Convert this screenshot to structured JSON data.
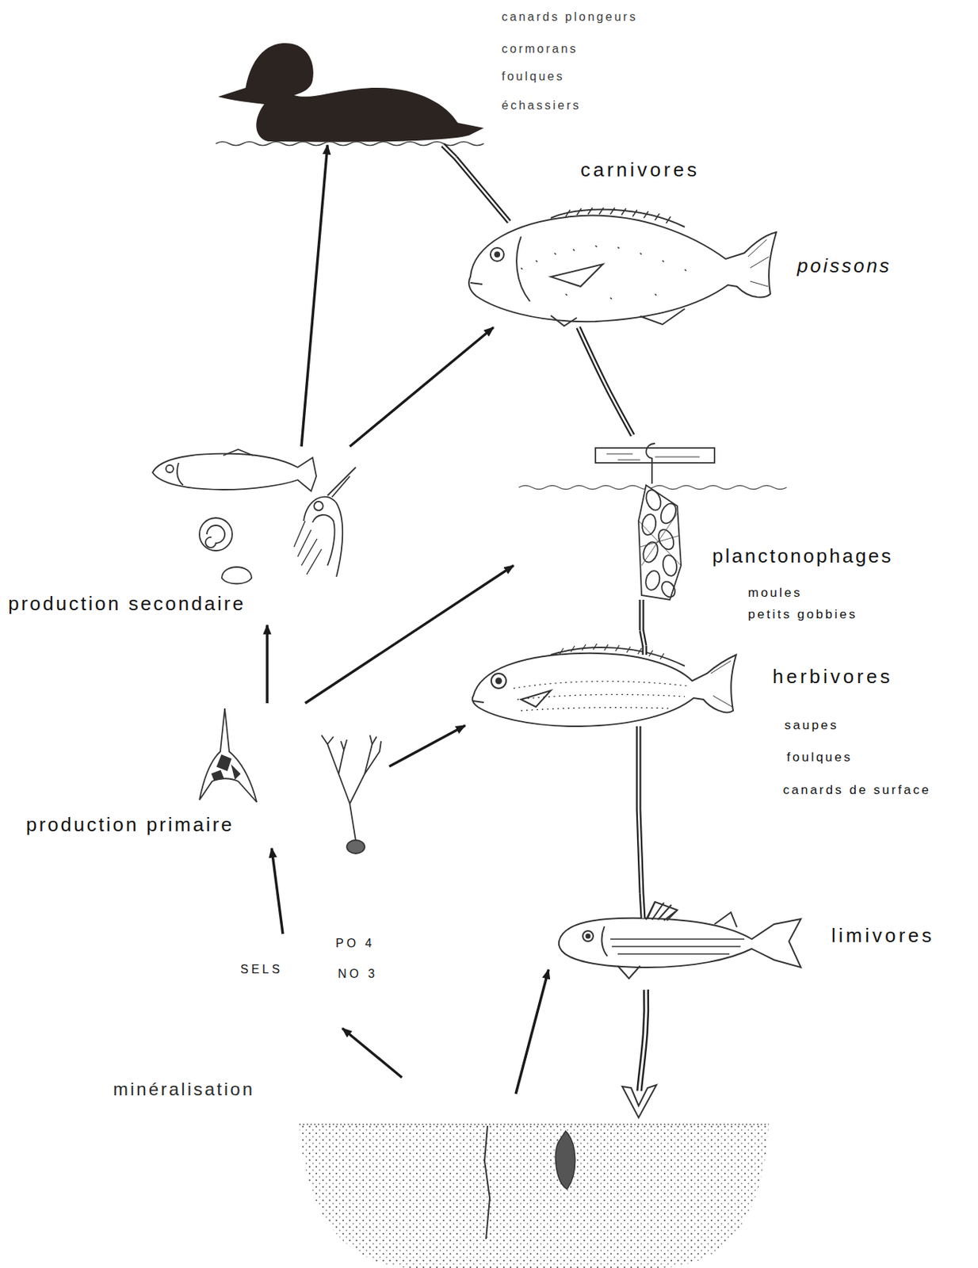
{
  "diagram": {
    "nodes": [
      {
        "text": [
          "canards plongeurs",
          "cormorans",
          "foulques",
          "échassiers"
        ]
      },
      {
        "text": [
          "carnivores",
          "poissons"
        ]
      },
      {
        "text": [
          "planctonophages",
          "moules",
          "petits gobbies"
        ]
      },
      {
        "text": [
          "herbivores",
          "saupes",
          "foulques",
          "canards de surface"
        ]
      },
      {
        "text": [
          "limivores"
        ]
      },
      {
        "text": [
          "production secondaire"
        ]
      },
      {
        "text": [
          "production primaire"
        ]
      },
      {
        "text": [
          "SELS",
          "PO 4",
          "NO 3"
        ]
      }
    ],
    "edges": [
      {
        "from": 6,
        "to": 5,
        "arrow": "to"
      },
      {
        "from": 5,
        "to": 0,
        "arrow": "to"
      },
      {
        "from": 5,
        "to": 1,
        "arrow": "to"
      },
      {
        "from": 6,
        "to": 2,
        "arrow": "to"
      },
      {
        "from": 6,
        "to": 3,
        "arrow": "to"
      },
      {
        "from": 7,
        "to": 6,
        "arrow": "to"
      },
      {
        "from": 1,
        "to": 0,
        "arrow": "none"
      },
      {
        "from": 1,
        "to": 2,
        "arrow": "none"
      },
      {
        "from": 2,
        "to": 3,
        "arrow": "none"
      },
      {
        "from": 3,
        "to": 4,
        "arrow": "none"
      }
    ],
    "labels": [
      "minéralisation"
    ]
  }
}
